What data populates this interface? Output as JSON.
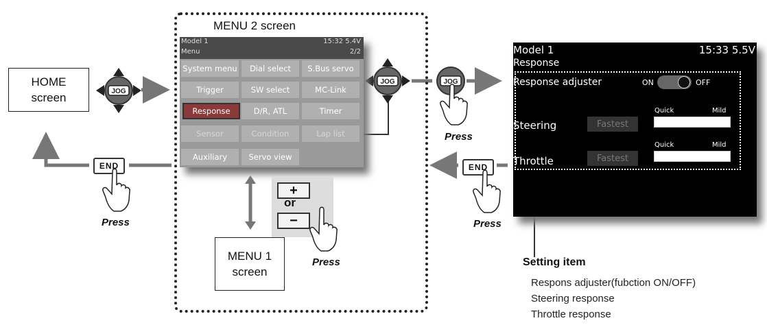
{
  "home_box": "HOME\nscreen",
  "menu1_box": "MENU 1\nscreen",
  "menu2_label": "MENU 2 screen",
  "jog_label": "JOG",
  "end_label": "END",
  "press": "Press",
  "plus_minus": {
    "plus": "+",
    "or": "or",
    "minus": "−"
  },
  "menu2": {
    "header_model": "Model 1",
    "header_time": "15:32 5.4V",
    "header_title": "Menu",
    "header_page": "2/2",
    "items": [
      "System menu",
      "Dial select",
      "S.Bus servo",
      "Trigger",
      "SW select",
      "MC-Link",
      "Response",
      "D/R, ATL",
      "Timer",
      "Sensor",
      "Condition",
      "Lap list",
      "Auxiliary",
      "Servo view"
    ]
  },
  "response_screen": {
    "model": "Model 1",
    "time": "15:33 5.5V",
    "title": "Response",
    "adjuster": "Response adjuster",
    "on": "ON",
    "off": "OFF",
    "steering": "Steering",
    "throttle": "Throttle",
    "fastest": "Fastest",
    "quick": "Quick",
    "mild": "Mild"
  },
  "setting_item": {
    "title": "Setting item",
    "items": [
      "Respons adjuster(fubction ON/OFF)",
      "Steering response",
      "Throttle response"
    ]
  }
}
